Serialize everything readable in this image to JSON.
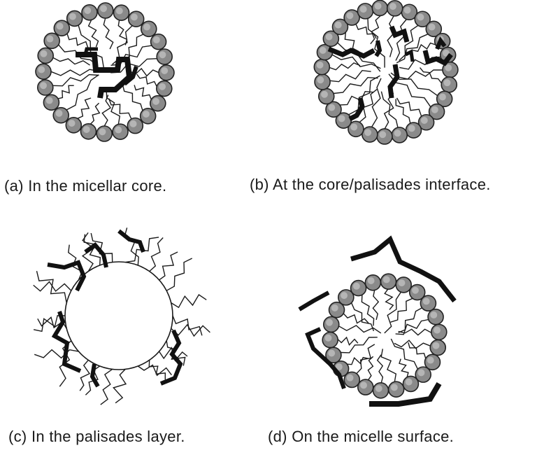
{
  "figure": {
    "panels": [
      {
        "id": "a",
        "caption": "(a)  In  the  micellar  core."
      },
      {
        "id": "b",
        "caption": "(b)  At  the  core/palisades  interface."
      },
      {
        "id": "c",
        "caption": "(c)  In  the  palisades  layer."
      },
      {
        "id": "d",
        "caption": "(d)  On  the  micelle  surface."
      }
    ]
  },
  "colors": {
    "ink": "#1a1a1a",
    "head_fill": "#8a8a8a",
    "head_dark": "#555555",
    "background": "#ffffff"
  }
}
